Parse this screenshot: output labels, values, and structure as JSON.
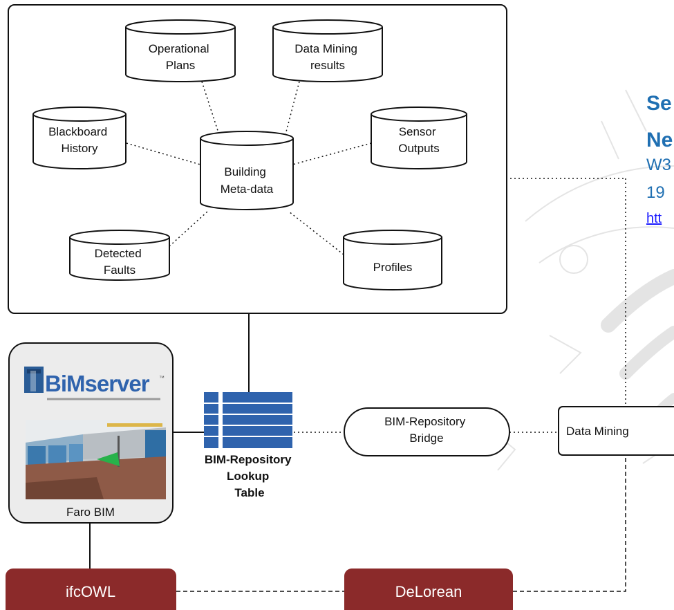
{
  "colors": {
    "stroke": "#111111",
    "box_fill": "#ffffff",
    "accent_blue": "#2f63ad",
    "tag_fill": "#8b2a2a",
    "tag_text": "#ffffff",
    "side_blue": "#1f6fb2",
    "watermark": "#d7d7d7"
  },
  "databases": {
    "operational_plans": [
      "Operational",
      "Plans"
    ],
    "data_mining_results": [
      "Data Mining",
      "results"
    ],
    "blackboard_history": [
      "Blackboard",
      "History"
    ],
    "sensor_outputs": [
      "Sensor",
      "Outputs"
    ],
    "building_metadata": [
      "Building",
      "Meta-data"
    ],
    "detected_faults": [
      "Detected",
      "Faults"
    ],
    "profiles": [
      "Profiles"
    ]
  },
  "bimserver": {
    "logo_text": "BiMserver",
    "logo_tm": "™",
    "caption": "Faro BIM"
  },
  "lookup_table": {
    "label": [
      "BIM-Repository",
      "Lookup",
      "Table"
    ]
  },
  "bridge": {
    "label": [
      "BIM-Repository",
      "Bridge"
    ]
  },
  "data_mining": {
    "label": "Data Mining"
  },
  "tags": {
    "ifcowl": "ifcOWL",
    "delorean": "DeLorean"
  },
  "side_panel": {
    "title_line_1": "Se",
    "title_line_2": "Ne",
    "line_1": "W3",
    "line_2": "19",
    "link": "htt"
  }
}
